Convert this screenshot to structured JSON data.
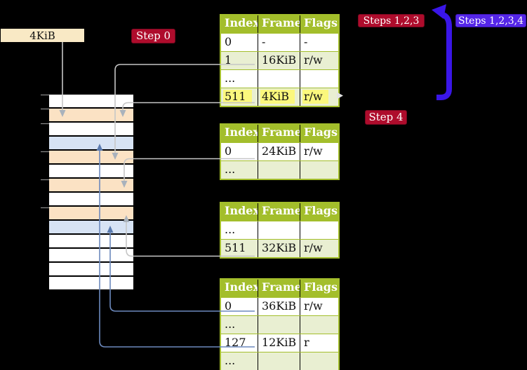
{
  "labels": {
    "frame_4kib": "4KiB"
  },
  "badges": {
    "step0": "Step 0",
    "steps123": "Steps 1,2,3",
    "steps1234": "Steps 1,2,3,4",
    "step4": "Step 4"
  },
  "tables": [
    {
      "title": "level-4-page-table",
      "headers": [
        "Index",
        "Frame",
        "Flags"
      ],
      "rows": [
        {
          "cells": [
            "0",
            "-",
            "-"
          ]
        },
        {
          "cells": [
            "1",
            "16KiB",
            "r/w"
          ]
        },
        {
          "cells": [
            "...",
            "",
            ""
          ]
        },
        {
          "cells": [
            "511",
            "4KiB",
            "r/w"
          ],
          "highlight": true
        }
      ]
    },
    {
      "title": "level-3-page-table",
      "headers": [
        "Index",
        "Frame",
        "Flags"
      ],
      "rows": [
        {
          "cells": [
            "0",
            "24KiB",
            "r/w"
          ]
        },
        {
          "cells": [
            "...",
            "",
            ""
          ]
        }
      ]
    },
    {
      "title": "level-2-page-table",
      "headers": [
        "Index",
        "Frame",
        "Flags"
      ],
      "rows": [
        {
          "cells": [
            "...",
            "",
            ""
          ]
        },
        {
          "cells": [
            "511",
            "32KiB",
            "r/w"
          ]
        }
      ]
    },
    {
      "title": "level-1-page-table",
      "headers": [
        "Index",
        "Frame",
        "Flags"
      ],
      "rows": [
        {
          "cells": [
            "0",
            "36KiB",
            "r/w"
          ]
        },
        {
          "cells": [
            "...",
            "",
            ""
          ]
        },
        {
          "cells": [
            "127",
            "12KiB",
            "r"
          ]
        },
        {
          "cells": [
            "...",
            "",
            ""
          ]
        }
      ]
    }
  ],
  "memory_stack": {
    "rows": [
      "free",
      "frame",
      "free",
      "page",
      "frame",
      "free",
      "frame",
      "free",
      "frame",
      "page",
      "free",
      "free",
      "free",
      "free"
    ]
  },
  "colors": {
    "table_header_green": "#A3BE2B",
    "table_alt_row_green": "#E9EFD2",
    "highlight_yellow": "#FBF87D",
    "frame_row_peach": "#FBE2C4",
    "page_row_blue": "#D7E3F4",
    "crimson_badge": "#AE0C2C",
    "violet_badge": "#5526E8",
    "recursive_arrow_blue": "#3A16E8",
    "gray_connector": "#C6C6C6",
    "blue_connector": "#6C89BD",
    "mem_label_cream": "#F9E9C5"
  }
}
